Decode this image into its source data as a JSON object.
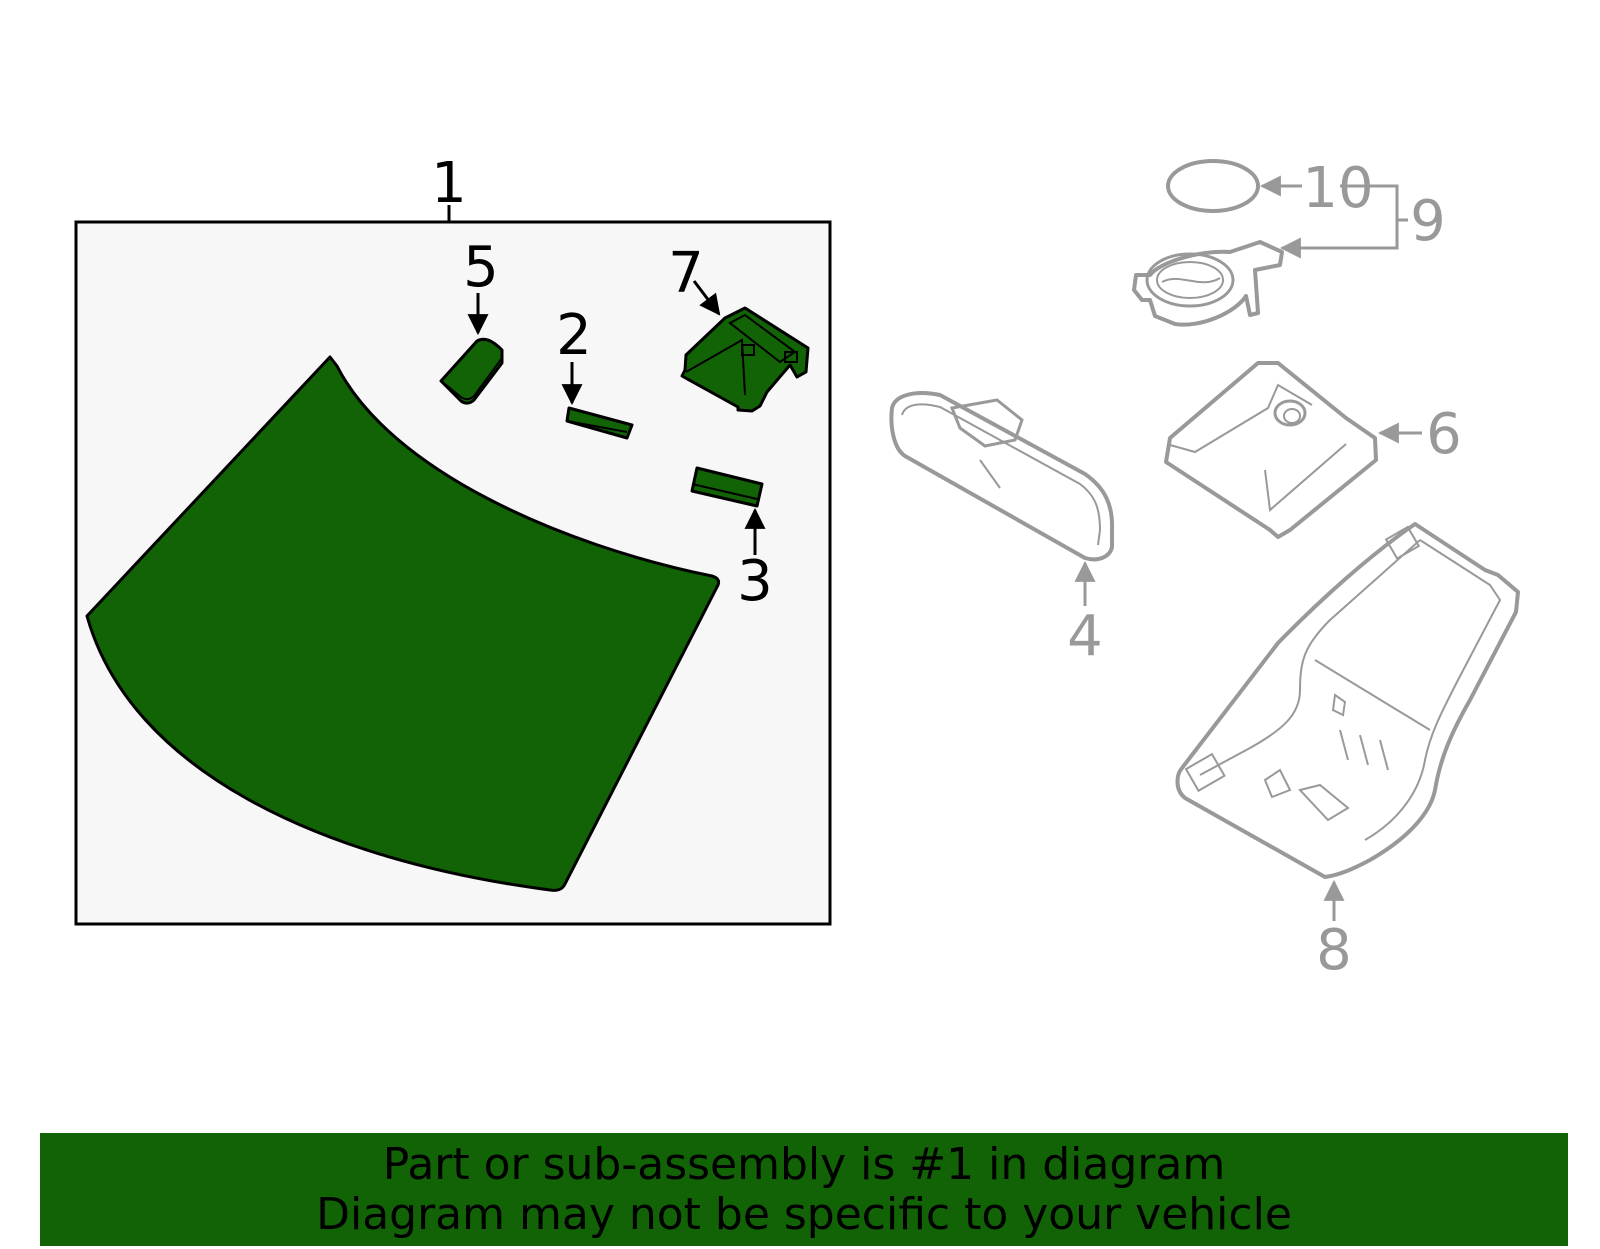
{
  "colors": {
    "part_fill": "#116306",
    "outline": "#000000",
    "ghost": "#999999",
    "panel_bg": "#f7f7f7",
    "banner_bg": "#116306"
  },
  "callouts": {
    "c1": "1",
    "c2": "2",
    "c3": "3",
    "c4": "4",
    "c5": "5",
    "c6": "6",
    "c7": "7",
    "c8": "8",
    "c9": "9",
    "c10": "10"
  },
  "banner": {
    "line1": "Part or sub-assembly is #1 in diagram",
    "line2": "Diagram may not be specific to your vehicle"
  }
}
